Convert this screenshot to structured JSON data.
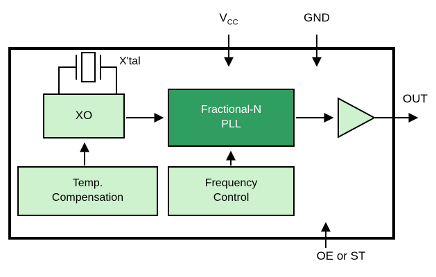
{
  "pins": {
    "vcc_main": "V",
    "vcc_sub": "CC",
    "gnd": "GND",
    "out": "OUT",
    "oe": "OE or ST"
  },
  "blocks": {
    "xtal": "X'tal",
    "xo": "XO",
    "pll_line1": "Fractional-N",
    "pll_line2": "PLL",
    "temp_line1": "Temp.",
    "temp_line2": "Compensation",
    "freq_line1": "Frequency",
    "freq_line2": "Control"
  },
  "colors": {
    "block_light_green": "#cdf2cd",
    "block_dark_green": "#2f9e60",
    "line_black": "#000000",
    "background_white": "#ffffff"
  }
}
